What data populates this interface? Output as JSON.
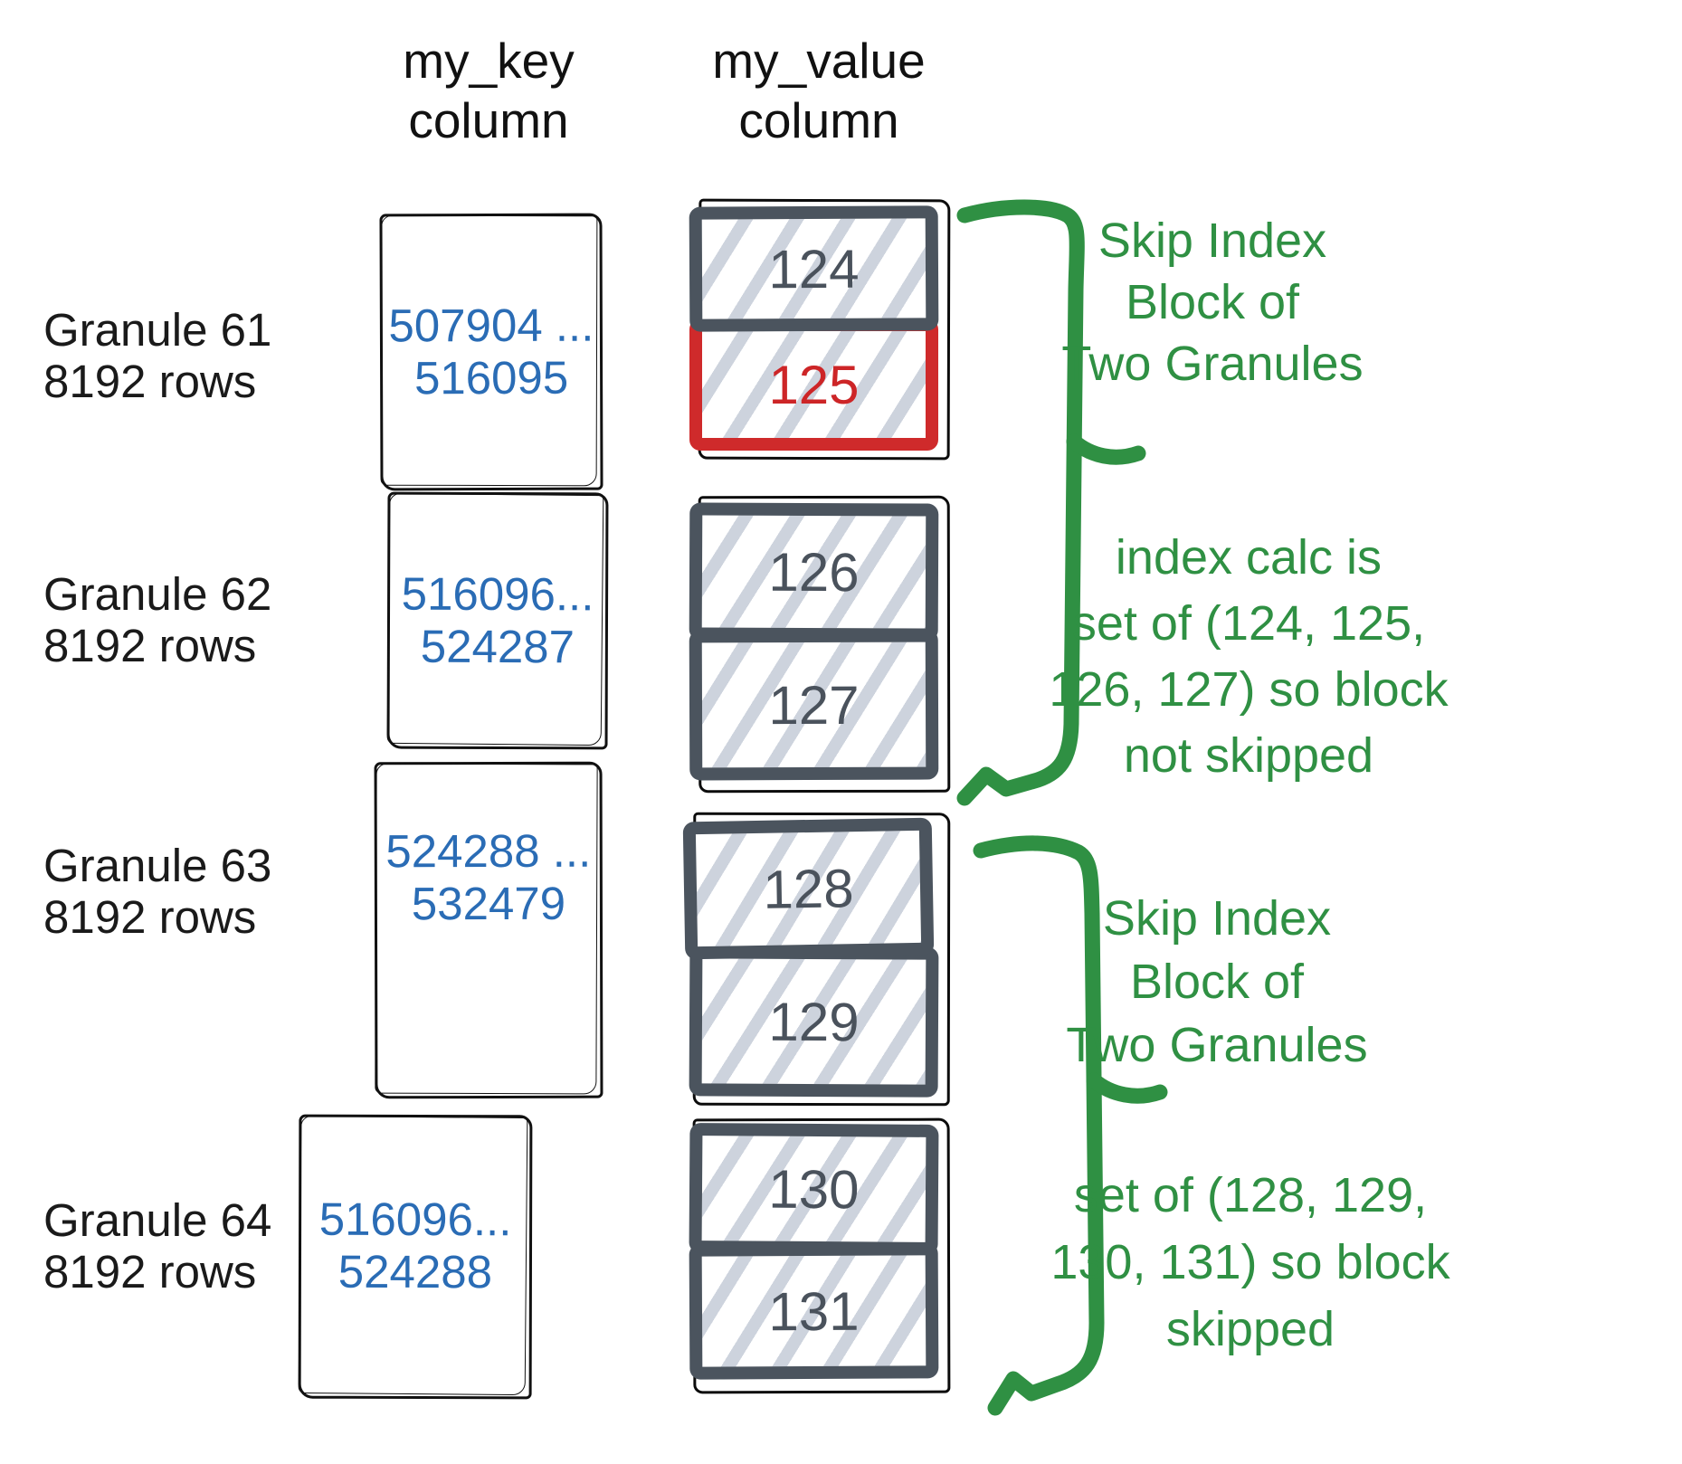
{
  "headers": {
    "key": {
      "line1": "my_key",
      "line2": "column"
    },
    "value": {
      "line1": "my_value",
      "line2": "column"
    }
  },
  "granules": [
    {
      "name": "Granule 61",
      "rows": "8192 rows",
      "key_range": {
        "line1": "507904 ...",
        "line2": "516095"
      }
    },
    {
      "name": "Granule 62",
      "rows": "8192 rows",
      "key_range": {
        "line1": "516096...",
        "line2": "524287"
      }
    },
    {
      "name": "Granule 63",
      "rows": "8192 rows",
      "key_range": {
        "line1": "524288 ...",
        "line2": "532479"
      }
    },
    {
      "name": "Granule 64",
      "rows": "8192 rows",
      "key_range": {
        "line1": "516096...",
        "line2": "524288"
      }
    }
  ],
  "value_blocks": [
    {
      "value": "124",
      "highlight": false
    },
    {
      "value": "125",
      "highlight": true
    },
    {
      "value": "126",
      "highlight": false
    },
    {
      "value": "127",
      "highlight": false
    },
    {
      "value": "128",
      "highlight": false
    },
    {
      "value": "129",
      "highlight": false
    },
    {
      "value": "130",
      "highlight": false
    },
    {
      "value": "131",
      "highlight": false
    }
  ],
  "annotations": [
    {
      "lines": [
        "Skip Index",
        "Block of",
        "Two Granules"
      ]
    },
    {
      "lines": [
        "index calc is",
        "set of (124, 125,",
        "126, 127) so block",
        "not skipped"
      ]
    },
    {
      "lines": [
        "Skip Index",
        "Block of",
        "Two Granules"
      ]
    },
    {
      "lines": [
        "set of (128, 129,",
        "130, 131) so block",
        "skipped"
      ]
    }
  ],
  "colors": {
    "annotation_green": "#2f9043",
    "highlight_red": "#cf2a2b",
    "block_slate": "#4b545e",
    "key_blue": "#2a6cb5",
    "hatch_gray": "#cdd3dd"
  }
}
